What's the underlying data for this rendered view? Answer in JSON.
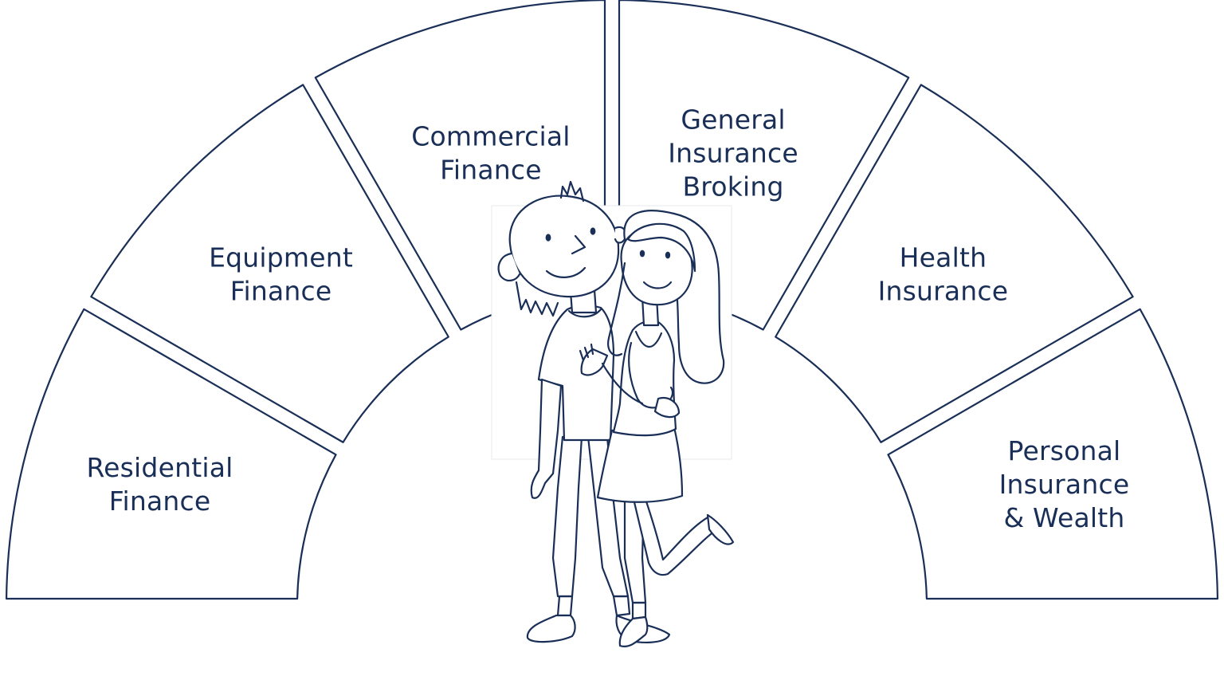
{
  "segments": [
    {
      "id": "residential-finance",
      "lines": [
        "Residential",
        "Finance"
      ]
    },
    {
      "id": "equipment-finance",
      "lines": [
        "Equipment",
        "Finance"
      ]
    },
    {
      "id": "commercial-finance",
      "lines": [
        "Commercial",
        "Finance"
      ]
    },
    {
      "id": "general-insurance-broking",
      "lines": [
        "General",
        "Insurance",
        "Broking"
      ]
    },
    {
      "id": "health-insurance",
      "lines": [
        "Health",
        "Insurance"
      ]
    },
    {
      "id": "personal-insurance-wealth",
      "lines": [
        "Personal",
        "Insurance",
        "& Wealth"
      ]
    }
  ],
  "illustration": {
    "icon": "couple-illustration-icon"
  },
  "colors": {
    "ink": "#1a2f57",
    "background": "#ffffff"
  }
}
